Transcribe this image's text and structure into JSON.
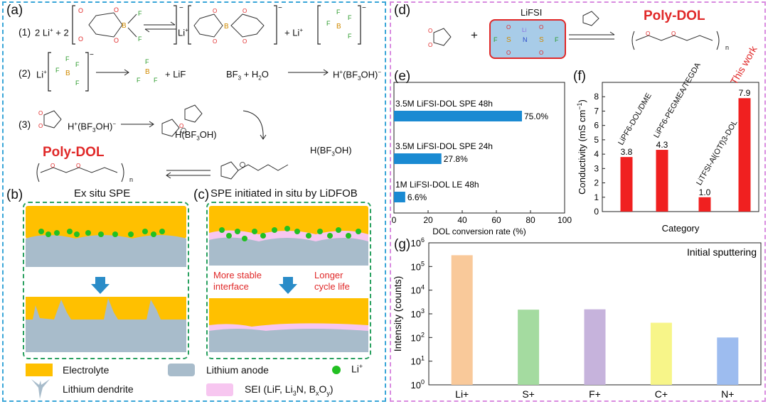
{
  "panels": {
    "a": "(a)",
    "b": "(b)",
    "c": "(c)",
    "d": "(d)",
    "e": "(e)",
    "f": "(f)",
    "g": "(g)"
  },
  "scheme_a": {
    "eq1_prefix": "(1)",
    "eq1_coef1": "2 Li",
    "eq1_plus": "+ 2",
    "eq1_li": "Li",
    "eq1_plus2": "+ Li",
    "eq2_prefix": "(2)",
    "eq2_li": "Li",
    "eq2_plus_lif": "+  LiF",
    "eq2_bf3": "BF",
    "eq2_h2o": "+  H",
    "eq2_product": "H",
    "eq3_prefix": "(3)",
    "eq3_acid": "H",
    "eq3_acid2": "H(BF",
    "chain_end": "H(BF",
    "poly_dol": "Poly-DOL",
    "n": "n"
  },
  "panel_b": {
    "title": "Ex situ SPE"
  },
  "panel_c": {
    "title": "SPE initiated in situ by LiDFOB",
    "note1_l1": "More stable",
    "note1_l2": "interface",
    "note2_l1": "Longer",
    "note2_l2": "cycle life"
  },
  "legend": {
    "electrolyte": "Electrolyte",
    "anode": "Lithium anode",
    "li": "Li",
    "dendrite": "Lithium dendrite",
    "sei": "SEI (LiF, Li",
    "sei_n": "N, B",
    "sei_end": ")"
  },
  "scheme_d": {
    "lifsi": "LiFSI",
    "poly_dol": "Poly-DOL",
    "n": "n"
  },
  "colors": {
    "blue_bar": "#1a8ad2",
    "red_bar": "#f02020",
    "electrolyte": "#ffc000",
    "anode": "#a8bccb",
    "sei": "#f7c6f0",
    "li": "#22c022",
    "left_border": "#3aa6d8",
    "right_border": "#d98be0"
  },
  "chart_e": {
    "type": "bar",
    "orientation": "horizontal",
    "categories": [
      "3.5M LiFSI-DOL SPE 48h",
      "3.5M LiFSI-DOL SPE 24h",
      "1M LiFSI-DOL LE 48h"
    ],
    "values": [
      75.0,
      27.8,
      6.6
    ],
    "value_labels": [
      "75.0%",
      "27.8%",
      "6.6%"
    ],
    "xlabel": "DOL conversion rate (%)",
    "xlim": [
      0,
      100
    ],
    "xticks": [
      "0",
      "20",
      "40",
      "60",
      "80",
      "100"
    ]
  },
  "chart_f": {
    "type": "bar",
    "categories": [
      "LiPF6-DOL/DME",
      "LiPF6-PEGMEA/TEGDA",
      "LiTFSI-Al(OTf)3-DOL",
      "This work"
    ],
    "values": [
      3.8,
      4.3,
      1.0,
      7.9
    ],
    "value_labels": [
      "3.8",
      "4.3",
      "1.0",
      "7.9"
    ],
    "xlabel": "Category",
    "ylabel": "Conductivity (mS cm",
    "ylim": [
      0,
      9
    ],
    "yticks": [
      "0",
      "1",
      "2",
      "3",
      "4",
      "5",
      "6",
      "7",
      "8"
    ]
  },
  "chart_g": {
    "type": "bar",
    "title": "Initial sputtering",
    "categories": [
      "Li+",
      "S+",
      "F+",
      "C+",
      "N+"
    ],
    "values": [
      300000,
      1500,
      1550,
      420,
      100
    ],
    "colors": [
      "#f9c99a",
      "#a4dba0",
      "#c6b3dc",
      "#f7f589",
      "#9dbcef"
    ],
    "ylabel": "Intensity (counts)",
    "ylim": [
      1,
      1000000
    ],
    "yscale": "log",
    "yticks": [
      "0",
      "1",
      "2",
      "3",
      "4",
      "5",
      "6"
    ]
  }
}
